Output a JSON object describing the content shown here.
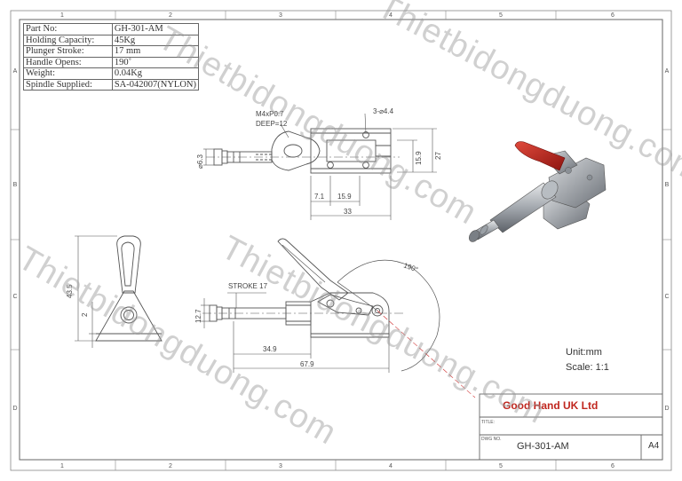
{
  "spec_table": {
    "rows": [
      {
        "label": "Part No:",
        "value": "GH-301-AM"
      },
      {
        "label": "Holding Capacity:",
        "value": "45Kg"
      },
      {
        "label": "Plunger Stroke:",
        "value": "17 mm"
      },
      {
        "label": "Handle Opens:",
        "value": "190˚"
      },
      {
        "label": "Weight:",
        "value": "0.04Kg"
      },
      {
        "label": "Spindle Supplied:",
        "value": "SA-042007(NYLON)"
      }
    ]
  },
  "border": {
    "col_labels": [
      "1",
      "2",
      "3",
      "4",
      "5",
      "6"
    ],
    "row_labels": [
      "A",
      "B",
      "C",
      "D"
    ]
  },
  "top_view": {
    "thread_note_1": "M4xP0.7",
    "thread_note_2": "DEEP=12",
    "hole_note": "3-⌀4.4",
    "dims": {
      "dia": "⌀6.3",
      "height_159": "15.9",
      "height_27": "27",
      "w71": "7.1",
      "w159": "15.9",
      "w33": "33"
    }
  },
  "side_view": {
    "dims": {
      "h435": "43.5",
      "h2": "2"
    }
  },
  "front_view": {
    "stroke_note": "STROKE 17",
    "angle": "190°",
    "dims": {
      "h127": "12.7",
      "w349": "34.9",
      "w679": "67.9"
    }
  },
  "notes": {
    "unit": "Unit:mm",
    "scale": "Scale: 1:1"
  },
  "title_block": {
    "company": "Good Hand UK Ltd",
    "title_label": "TITLE:",
    "dwg_label": "DWG NO.",
    "dwg_no": "GH-301-AM",
    "size": "A4"
  },
  "watermark": {
    "text": "Thietbidongduong.com"
  },
  "colors": {
    "line": "#555555",
    "handle_red": "#b81e1e",
    "company_red": "#c0261e",
    "steel": "#9ea4aa"
  }
}
